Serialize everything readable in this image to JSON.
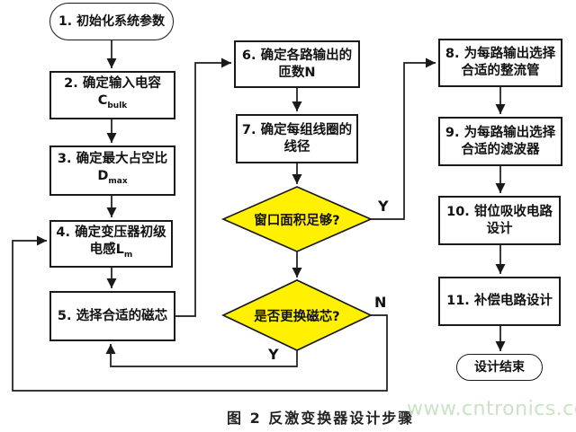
{
  "colors": {
    "diamond_fill": "#fff100",
    "line": "#1a1a1a",
    "watermark": "#c9e3c4",
    "text": "#111111"
  },
  "nodes": {
    "start": {
      "label": "1. 初始化系统参数"
    },
    "step2": {
      "line1": "2. 确定输入电容",
      "sym": "C",
      "sub": "bulk"
    },
    "step3": {
      "line1": "3. 确定最大占空比",
      "sym": "D",
      "sub": "max"
    },
    "step4": {
      "line1": "4. 确定变压器初级",
      "line2": "电感L",
      "sub": "m"
    },
    "step5": {
      "label": "5. 选择合适的磁芯"
    },
    "step6": {
      "line1": "6. 确定各路输出的",
      "line2": "匝数N"
    },
    "step7": {
      "line1": "7. 确定每组线圈的",
      "line2": "线径"
    },
    "decision_window": {
      "label": "窗口面积足够?"
    },
    "decision_core": {
      "label": "是否更换磁芯?"
    },
    "step8": {
      "line1": "8. 为每路输出选择",
      "line2": "合适的整流管"
    },
    "step9": {
      "line1": "9. 为每路输出选择",
      "line2": "合适的滤波器"
    },
    "step10": {
      "line1": "10. 钳位吸收电路",
      "line2": "设计"
    },
    "step11": {
      "label": "11. 补偿电路设计"
    },
    "end": {
      "label": "设计结束"
    }
  },
  "branches": {
    "window_yes": "Y",
    "core_no": "N",
    "core_yes": "Y"
  },
  "caption": "图 2 反激变换器设计步骤",
  "watermark": "www.cntronics.com"
}
